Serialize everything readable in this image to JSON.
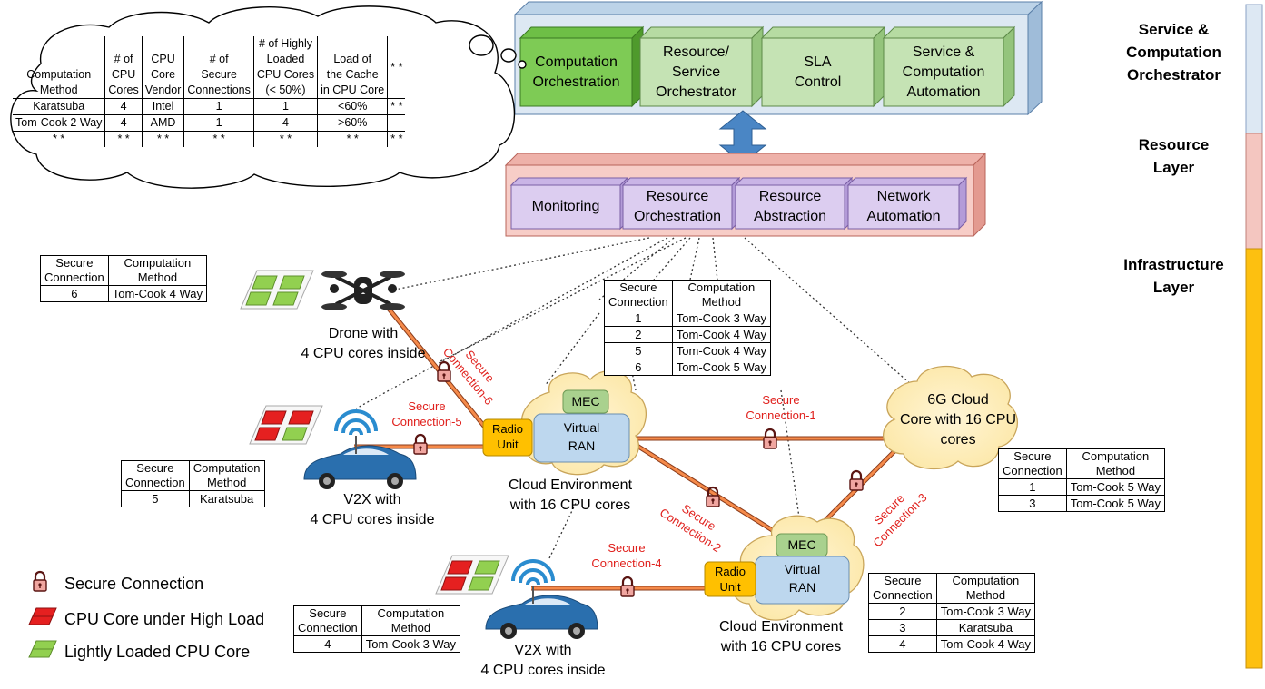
{
  "orchestrator": {
    "boxes": [
      "Computation\nOrchestration",
      "Resource/\nService\nOrchestrator",
      "SLA\nControl",
      "Service &\nComputation\nAutomation"
    ]
  },
  "resource_layer": {
    "boxes": [
      "Monitoring",
      "Resource\nOrchestration",
      "Resource\nAbstraction",
      "Network\nAutomation"
    ]
  },
  "sidebar": {
    "service": "Service &\nComputation\nOrchestrator",
    "resource": "Resource\nLayer",
    "infrastructure": "Infrastructure\nLayer",
    "colors": {
      "service": "#dde8f3",
      "resource": "#f4c6c0",
      "infrastructure": "#fdc010"
    }
  },
  "thought_table": {
    "headers": [
      "Computation\nMethod",
      "# of\nCPU\nCores",
      "CPU\nCore\nVendor",
      "# of\nSecure\nConnections",
      "# of Highly\nLoaded\nCPU Cores\n(< 50%)",
      "Load of\nthe Cache\nin CPU Core",
      "*  *"
    ],
    "rows": [
      [
        "Karatsuba",
        "4",
        "Intel",
        "1",
        "1",
        "<60%",
        "*  *"
      ],
      [
        "Tom-Cook 2 Way",
        "4",
        "AMD",
        "1",
        "4",
        ">60%",
        ""
      ],
      [
        "*  *",
        "*  *",
        "*  *",
        "*  *",
        "*  *",
        "*  *",
        "*  *"
      ]
    ]
  },
  "tables": {
    "drone": {
      "header": [
        "Secure\nConnection",
        "Computation\nMethod"
      ],
      "rows": [
        [
          "6",
          "Tom-Cook 4 Way"
        ]
      ]
    },
    "cloud_top": {
      "header": [
        "Secure\nConnection",
        "Computation\nMethod"
      ],
      "rows": [
        [
          "1",
          "Tom-Cook 3 Way"
        ],
        [
          "2",
          "Tom-Cook 4 Way"
        ],
        [
          "5",
          "Tom-Cook 4 Way"
        ],
        [
          "6",
          "Tom-Cook 5 Way"
        ]
      ]
    },
    "sixg": {
      "header": [
        "Secure\nConnection",
        "Computation\nMethod"
      ],
      "rows": [
        [
          "1",
          "Tom-Cook 5 Way"
        ],
        [
          "3",
          "Tom-Cook 5 Way"
        ]
      ]
    },
    "v2x_top": {
      "header": [
        "Secure\nConnection",
        "Computation\nMethod"
      ],
      "rows": [
        [
          "5",
          "Karatsuba"
        ]
      ]
    },
    "v2x_bottom": {
      "header": [
        "Secure\nConnection",
        "Computation\nMethod"
      ],
      "rows": [
        [
          "4",
          "Tom-Cook 3 Way"
        ]
      ]
    },
    "cloud_bottom": {
      "header": [
        "Secure\nConnection",
        "Computation\nMethod"
      ],
      "rows": [
        [
          "2",
          "Tom-Cook 3 Way"
        ],
        [
          "3",
          "Karatsuba"
        ],
        [
          "4",
          "Tom-Cook 4 Way"
        ]
      ]
    }
  },
  "nodes": {
    "drone": "Drone with\n4 CPU cores inside",
    "v2x_top": "V2X with\n4 CPU cores inside",
    "v2x_bottom": "V2X with\n4 CPU cores inside",
    "cloud_top": "Cloud Environment\nwith 16 CPU cores",
    "cloud_bottom": "Cloud Environment\nwith 16 CPU cores",
    "sixg": "6G Cloud\nCore with 16 CPU\ncores",
    "mec": "MEC",
    "vran": "Virtual\nRAN",
    "radio": "Radio\nUnit"
  },
  "connections": {
    "c1": "Secure\nConnection-1",
    "c2": "Secure\nConnection-2",
    "c3": "Secure\nConnection-3",
    "c4": "Secure\nConnection-4",
    "c5": "Secure\nConnection-5",
    "c6": "Secure\nConnection-6"
  },
  "legend": {
    "secure": "Secure Connection",
    "high": "CPU Core under High Load",
    "light": "Lightly Loaded CPU Core"
  }
}
